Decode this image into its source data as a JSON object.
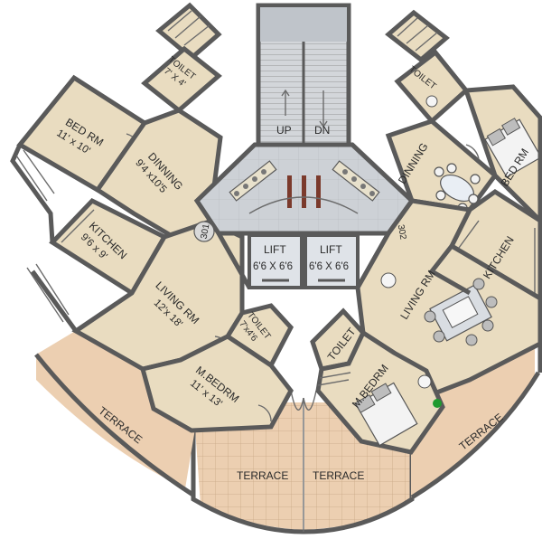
{
  "plan": {
    "core": {
      "stair_up": "UP",
      "stair_down": "DN",
      "lift_left": {
        "name": "LIFT",
        "size": "6'6 X 6'6"
      },
      "lift_right": {
        "name": "LIFT",
        "size": "6'6 X 6'6"
      },
      "flat_left_no": "301",
      "flat_right_no": "302"
    },
    "left_flat": {
      "toilet_top": {
        "name": "TOILET",
        "size": "7' X 4'"
      },
      "bed_room": {
        "name": "BED RM",
        "size": "11' x 10'"
      },
      "dinning": {
        "name": "DINNING",
        "size": "9'4 x10'5"
      },
      "kitchen": {
        "name": "KITCHEN",
        "size": "9'6 x 9'"
      },
      "living": {
        "name": "LIVING RM",
        "size": "12'x 18'"
      },
      "toilet_mid": {
        "name": "TOILET",
        "size": "7'x4'6"
      },
      "master": {
        "name": "M.BEDRM",
        "size": "11' x 13'"
      },
      "terrace_side": "TERRACE",
      "terrace_bottom": "TERRACE"
    },
    "right_flat": {
      "toilet_top": "TOILET",
      "dinning": "DINNING",
      "bed_room": "BED RM",
      "kitchen": "KITCHEN",
      "living": "LIVING RM",
      "toilet_mid": "TOILET",
      "master": "M.BEDRM",
      "terrace_side": "TERRACE",
      "terrace_bottom": "TERRACE"
    },
    "colors": {
      "room_floor": "#e9dcc0",
      "terrace_floor": "#eccfb1",
      "core_floor": "#cdd1d6",
      "wall": "#5a5a5a",
      "plant": "#1f9a2f"
    }
  }
}
